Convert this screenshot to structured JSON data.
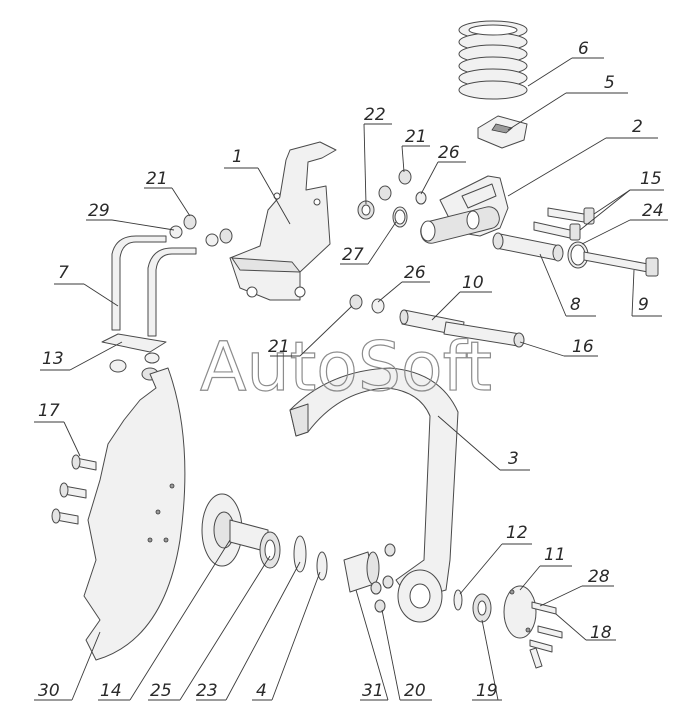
{
  "watermark": "AutoSoft",
  "callouts": [
    {
      "id": "c6",
      "label": "6"
    },
    {
      "id": "c5",
      "label": "5"
    },
    {
      "id": "c2",
      "label": "2"
    },
    {
      "id": "c22",
      "label": "22"
    },
    {
      "id": "c21a",
      "label": "21"
    },
    {
      "id": "c26a",
      "label": "26"
    },
    {
      "id": "c1",
      "label": "1"
    },
    {
      "id": "c21b",
      "label": "21"
    },
    {
      "id": "c15",
      "label": "15"
    },
    {
      "id": "c29",
      "label": "29"
    },
    {
      "id": "c24",
      "label": "24"
    },
    {
      "id": "c27",
      "label": "27"
    },
    {
      "id": "c7",
      "label": "7"
    },
    {
      "id": "c26b",
      "label": "26"
    },
    {
      "id": "c10",
      "label": "10"
    },
    {
      "id": "c8",
      "label": "8"
    },
    {
      "id": "c9",
      "label": "9"
    },
    {
      "id": "c13",
      "label": "13"
    },
    {
      "id": "c21c",
      "label": "21"
    },
    {
      "id": "c16",
      "label": "16"
    },
    {
      "id": "c17",
      "label": "17"
    },
    {
      "id": "c3",
      "label": "3"
    },
    {
      "id": "c12",
      "label": "12"
    },
    {
      "id": "c11",
      "label": "11"
    },
    {
      "id": "c28",
      "label": "28"
    },
    {
      "id": "c18",
      "label": "18"
    },
    {
      "id": "c30",
      "label": "30"
    },
    {
      "id": "c14",
      "label": "14"
    },
    {
      "id": "c25",
      "label": "25"
    },
    {
      "id": "c23",
      "label": "23"
    },
    {
      "id": "c4",
      "label": "4"
    },
    {
      "id": "c31",
      "label": "31"
    },
    {
      "id": "c20",
      "label": "20"
    },
    {
      "id": "c19",
      "label": "19"
    }
  ]
}
